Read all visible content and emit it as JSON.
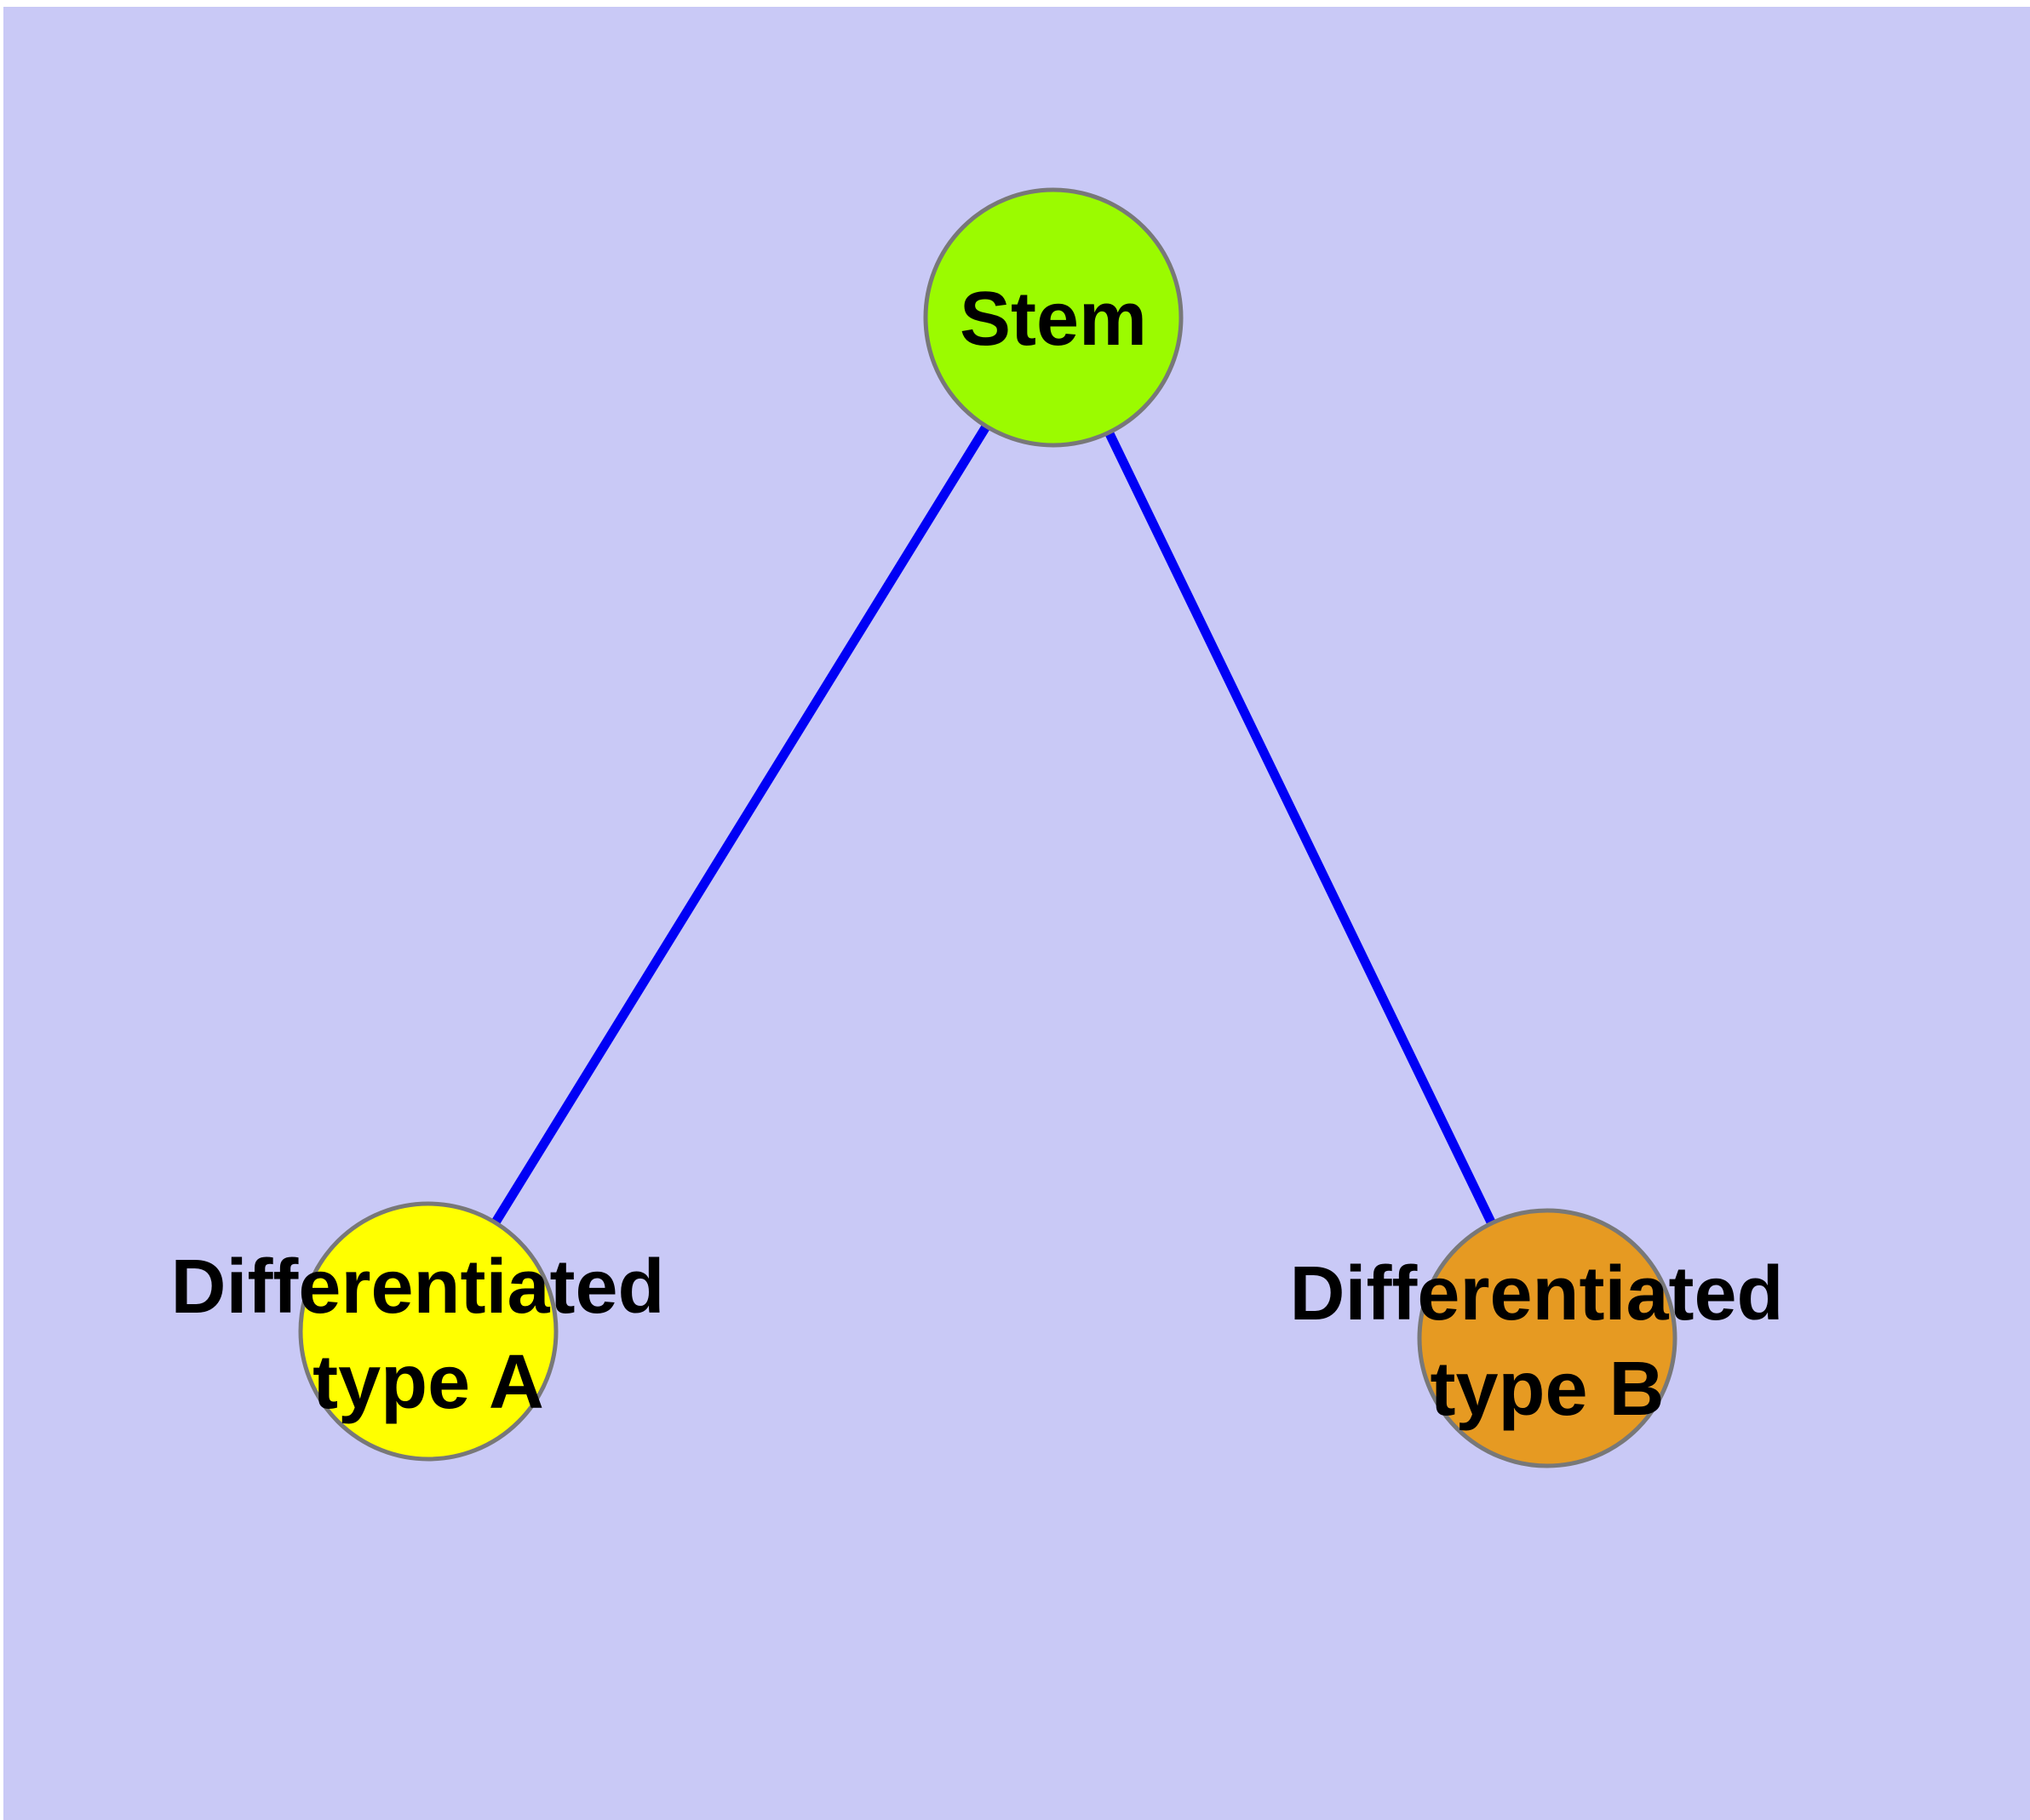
{
  "diagram": {
    "type": "node-link-graph",
    "background_color": "#C9C9F6",
    "edge_color": "#0000F5",
    "node_border_color": "#787878",
    "label_color": "#000000",
    "nodes": {
      "stem": {
        "label": "Stem",
        "color": "#9BFB00"
      },
      "type_a": {
        "label": "Differentiated type A",
        "line1": "Differentiated",
        "line2": "type A",
        "color": "#FFFF00"
      },
      "type_b": {
        "label": "Differentiated type B",
        "line1": "Differentiated",
        "line2": "type B",
        "color": "#E69A22"
      }
    },
    "edges": [
      {
        "from": "Stem",
        "to": "Differentiated type A"
      },
      {
        "from": "Stem",
        "to": "Differentiated type B"
      }
    ]
  }
}
